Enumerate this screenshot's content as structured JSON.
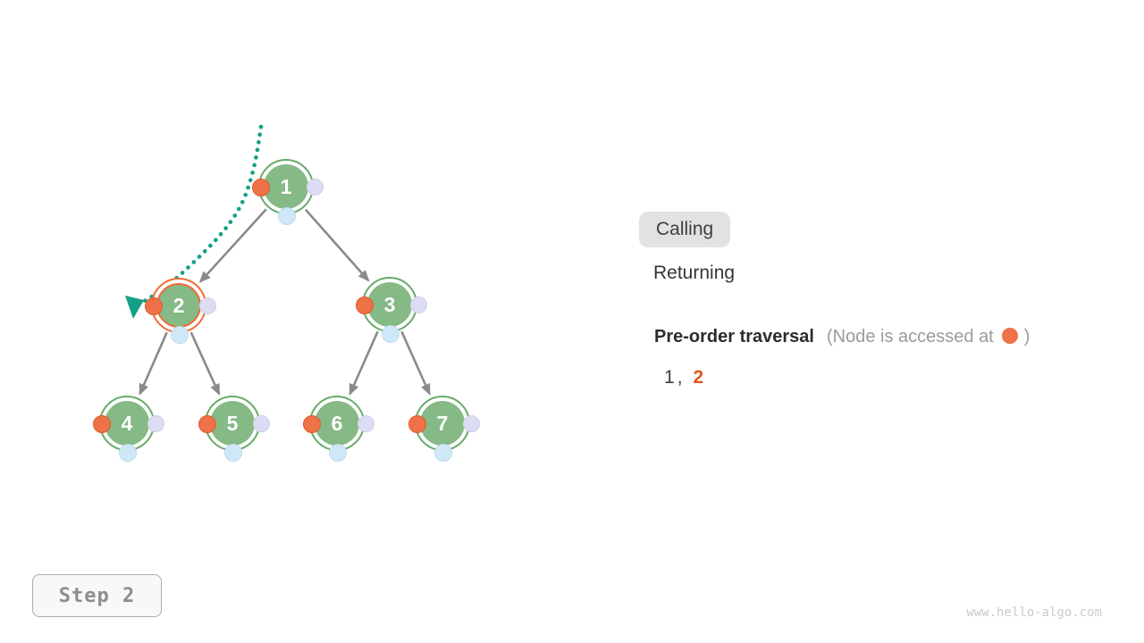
{
  "tree": {
    "nodes": [
      {
        "label": "1",
        "state": "visited"
      },
      {
        "label": "2",
        "state": "current"
      },
      {
        "label": "3",
        "state": "pending"
      },
      {
        "label": "4",
        "state": "pending"
      },
      {
        "label": "5",
        "state": "pending"
      },
      {
        "label": "6",
        "state": "pending"
      },
      {
        "label": "7",
        "state": "pending"
      }
    ],
    "edges": [
      [
        1,
        2
      ],
      [
        1,
        3
      ],
      [
        2,
        4
      ],
      [
        2,
        5
      ],
      [
        3,
        6
      ],
      [
        3,
        7
      ]
    ]
  },
  "legend": {
    "calling_label": "Calling",
    "returning_label": "Returning",
    "active": "Calling"
  },
  "caption": {
    "title": "Pre-order traversal",
    "note_prefix": "(Node is accessed at",
    "note_suffix": ")"
  },
  "sequence": {
    "separator": ",",
    "items": [
      {
        "value": "1",
        "current": false
      },
      {
        "value": "2",
        "current": true
      }
    ]
  },
  "step": {
    "label": "Step 2"
  },
  "watermark": {
    "text": "www.hello-algo.com"
  },
  "colors": {
    "node_fill": "#85b985",
    "node_ring": "#67ab67",
    "current_ring": "#ee6c35",
    "access_dot": "#ee7147",
    "right_dot": "#dcdcf2",
    "bottom_dot": "#cfe8f7",
    "edge": "#8a8a8a",
    "trail": "#14a085",
    "sequence_current": "#e2571d"
  }
}
